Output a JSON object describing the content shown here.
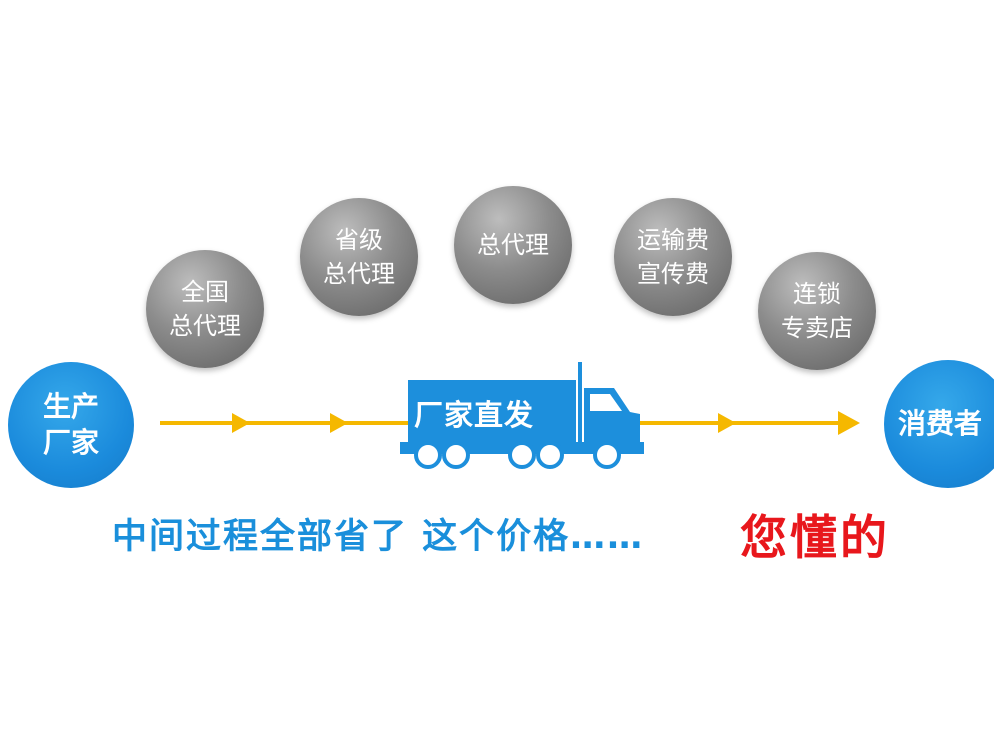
{
  "source": {
    "line1": "生产",
    "line2": "厂家"
  },
  "consumer": {
    "label": "消费者"
  },
  "middlemen": [
    {
      "line1": "全国",
      "line2": "总代理"
    },
    {
      "line1": "省级",
      "line2": "总代理"
    },
    {
      "line1": "总代理",
      "line2": ""
    },
    {
      "line1": "运输费",
      "line2": "宣传费"
    },
    {
      "line1": "连锁",
      "line2": "专卖店"
    }
  ],
  "truck": {
    "label": "厂家直发"
  },
  "slogan": {
    "main": "中间过程全部省了  这个价格……",
    "emphasis": "您懂的"
  },
  "colors": {
    "blue": "#1a8fdb",
    "arrow": "#f5b800",
    "red": "#e8171c",
    "gray": "#7a7a7a"
  }
}
